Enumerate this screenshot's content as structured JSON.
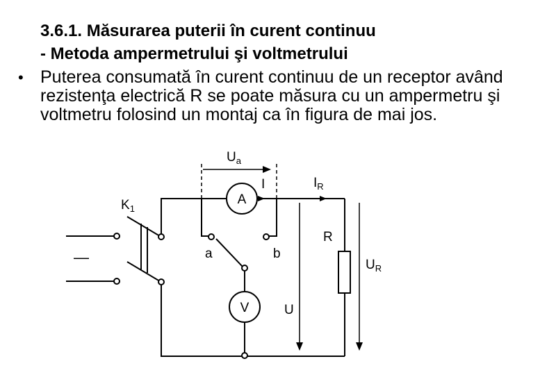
{
  "header": {
    "title_line1": "3.6.1. Măsurarea puterii în curent continuu",
    "title_line2": "- Metoda ampermetrului şi voltmetrului"
  },
  "bullet": {
    "symbol": "•",
    "text": "Puterea consumată în curent continuu de un receptor având rezistenţa electrică R se poate măsura cu un ampermetru şi voltmetru folosind un montaj ca în figura de mai jos."
  },
  "circuit": {
    "switch_label": "K",
    "switch_sub": "1",
    "ua_label": "U",
    "ua_sub": "a",
    "current_label": "I",
    "ir_label": "I",
    "ir_sub": "R",
    "ammeter": "A",
    "voltmeter": "V",
    "pos_a": "a",
    "pos_b": "b",
    "resistor": "R",
    "u_label": "U",
    "ur_label": "U",
    "ur_sub": "R",
    "source_sign": "—"
  }
}
